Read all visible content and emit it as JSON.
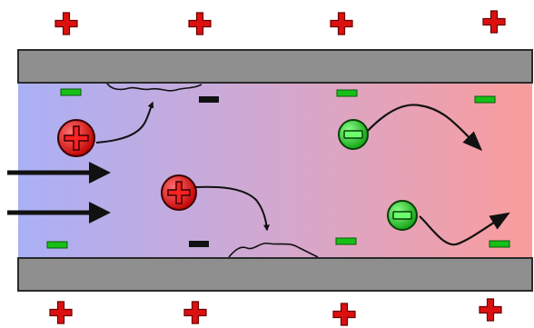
{
  "colors": {
    "wall_fill": "#8f8f8f",
    "wall_stroke": "#2a2a2a",
    "channel_gradient_start": "#aab0f6",
    "channel_gradient_mid": "#d3a8cf",
    "channel_gradient_end": "#fa9c9c",
    "plus_sign": "#dd1010",
    "plus_sign_outline": "#6a0000",
    "positive_ion": "#e01010",
    "negative_ion": "#1fd020",
    "surface_minus_green": "#16c016",
    "surface_minus_black": "#111111",
    "arrow": "#111111"
  },
  "diagram": {
    "plus_signs_top_count": 4,
    "plus_signs_bottom_count": 4,
    "positive_ions_count": 2,
    "negative_ions_count": 2,
    "flow_arrows_count": 2,
    "flow_direction": "left-to-right",
    "icons": {
      "plus_sign": "plus-sign-icon",
      "positive_ion": "positive-ion-icon",
      "negative_ion": "negative-ion-icon",
      "surface_charge": "minus-sign-icon",
      "trajectory": "trajectory-arrow-icon",
      "flow": "flow-arrow-icon"
    }
  }
}
